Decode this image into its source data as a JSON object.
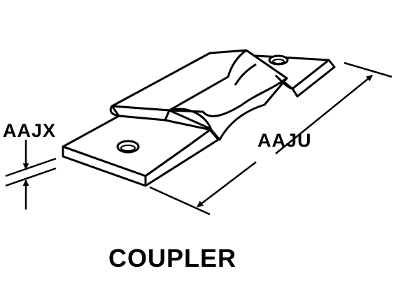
{
  "diagram": {
    "title": "COUPLER",
    "dimension_labels": {
      "thickness": "AAJX",
      "length": "AAJU"
    },
    "colors": {
      "line": "#000000",
      "background": "#ffffff"
    }
  }
}
